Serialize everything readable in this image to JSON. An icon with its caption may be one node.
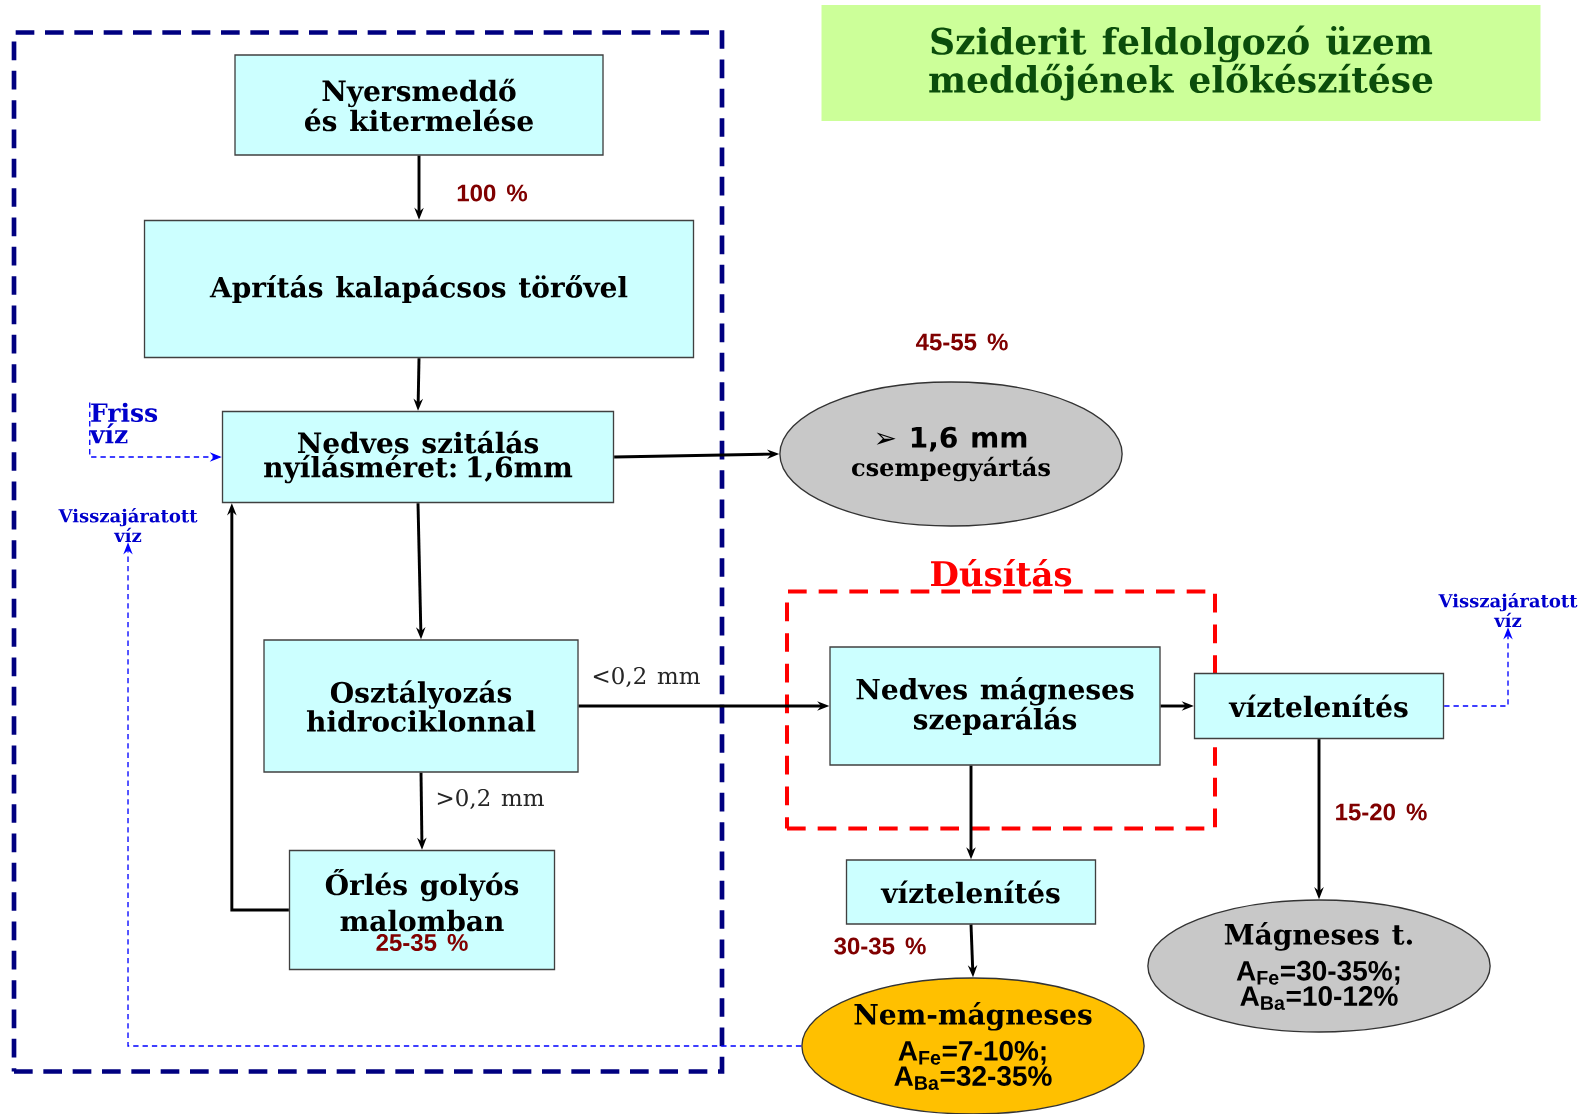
{
  "diagram": {
    "title": "Sziderit feldolgozó üzem meddőjének előkészítése",
    "nodes": [
      {
        "text": [],
        "shape": "box"
      },
      {
        "text": [
          "Nyersmeddő és kitermelése"
        ],
        "in": 0
      },
      {
        "text": [
          "Aprítás kalapácsos törővel"
        ],
        "in": 0
      },
      {
        "text": [
          "Nedves szitálás nyílásméret: 1,6mm"
        ],
        "in": 0
      },
      {
        "text": [
          "Osztályozás hidrociklonnal"
        ],
        "in": 0
      },
      {
        "text": [
          "Őrlés golyós malomban",
          "25-35 %"
        ],
        "in": 0
      },
      {
        "text": [
          "➢ 1,6 mm",
          "csempegyártás"
        ],
        "beside": [
          "45-55 %"
        ]
      },
      {
        "text": [
          "Dúsítás"
        ]
      },
      {
        "text": [
          "Nedves mágneses szeparálás"
        ],
        "in": 7
      },
      {
        "text": [
          "víztelenítés"
        ]
      },
      {
        "text": [
          "víztelenítés"
        ]
      },
      {
        "text": [
          "Mágneses t.",
          "A$_{Fe}$=30-35%;",
          "A$_{Ba}$=10-12%"
        ]
      },
      {
        "text": [
          "Nem-mágneses",
          "A$_{Fe}$=7-10%;",
          "A$_{Ba}$=32-35%"
        ]
      },
      {
        "text": [
          "Friss víz"
        ],
        "in": 0
      },
      {
        "text": [
          "Visszajáratott víz"
        ],
        "in": 0
      },
      {
        "text": [
          "Visszajáratott víz"
        ]
      }
    ],
    "edges": [
      {
        "from": 1,
        "to": 2,
        "arrow": "to",
        "label": "100 %"
      },
      {
        "from": 2,
        "to": 3,
        "arrow": "to"
      },
      {
        "from": 3,
        "to": 6,
        "arrow": "to"
      },
      {
        "from": 3,
        "to": 4,
        "arrow": "to"
      },
      {
        "from": 4,
        "to": 8,
        "arrow": "to",
        "label": "<0,2 mm"
      },
      {
        "from": 4,
        "to": 5,
        "arrow": "to",
        "label": ">0,2 mm"
      },
      {
        "from": 5,
        "to": 3,
        "arrow": "to"
      },
      {
        "from": 8,
        "to": 9,
        "arrow": "to"
      },
      {
        "from": 8,
        "to": 10,
        "arrow": "to"
      },
      {
        "from": 9,
        "to": 11,
        "arrow": "to",
        "label": "15-20 %"
      },
      {
        "from": 10,
        "to": 12,
        "arrow": "to",
        "label": "30-35 %"
      },
      {
        "from": 13,
        "to": 3,
        "arrow": "to",
        "style": "dashed",
        "color": "#0000ff"
      },
      {
        "from": 12,
        "to": 14,
        "arrow": "to",
        "style": "dashed",
        "color": "#0000ff"
      },
      {
        "from": 9,
        "to": 15,
        "arrow": "to",
        "style": "dashed",
        "color": "#0000ff"
      }
    ]
  }
}
